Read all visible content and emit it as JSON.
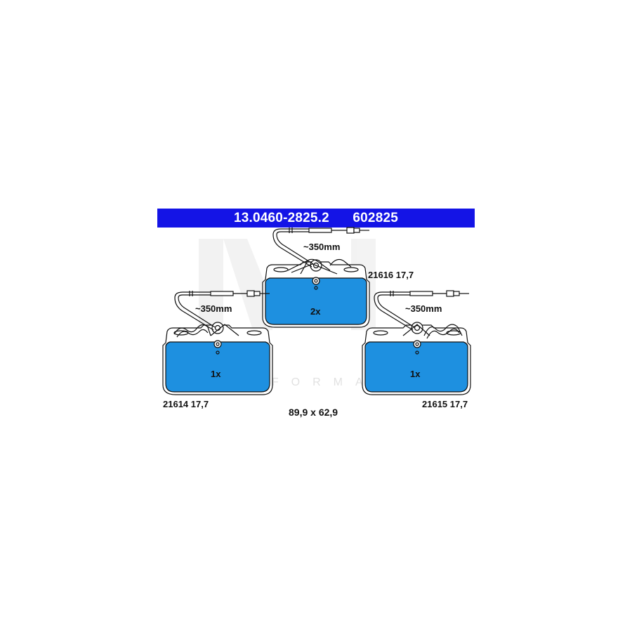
{
  "header": {
    "part_number": "13.0460-2825.2",
    "short_code": "602825"
  },
  "colors": {
    "header_bg": "#1414e6",
    "pad_fill": "#1e90e0",
    "outline": "#111111"
  },
  "pads": {
    "top": {
      "quantity": "2x",
      "code": "21616 17,7",
      "wire_length": "~350mm"
    },
    "left": {
      "quantity": "1x",
      "code": "21614 17,7",
      "wire_length": "~350mm"
    },
    "right": {
      "quantity": "1x",
      "code": "21615 17,7",
      "wire_length": "~350mm"
    }
  },
  "dimensions": "89,9 x 62,9",
  "watermark": "PERFORMANCE"
}
